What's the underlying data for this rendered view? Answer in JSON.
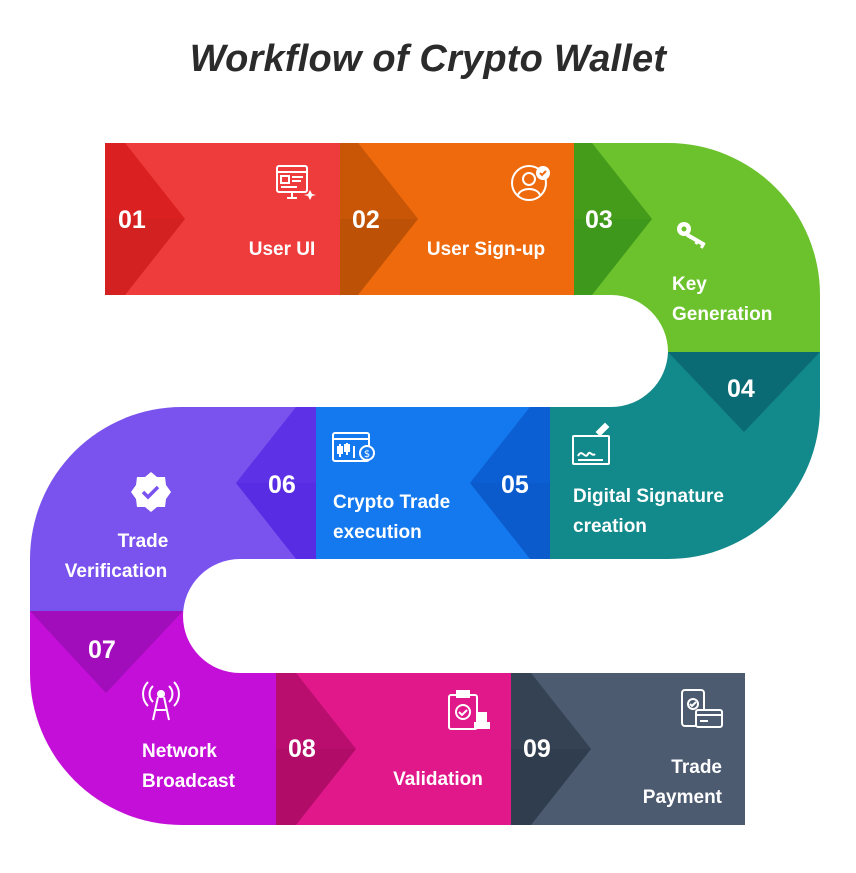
{
  "title": "Workflow of Crypto Wallet",
  "colors": {
    "step1": "#ee3b3b",
    "step2": "#ee6a0d",
    "step3": "#6cc22d",
    "step4": "#12898a",
    "step5": "#1479ee",
    "step6": "#7a53ee",
    "step7": "#c40fd8",
    "step8": "#e0188a",
    "step9": "#4c5b70"
  },
  "steps": [
    {
      "number": "01",
      "lines": [
        "User UI"
      ],
      "icon": "browser-window-icon"
    },
    {
      "number": "02",
      "lines": [
        "User Sign-up"
      ],
      "icon": "user-check-icon"
    },
    {
      "number": "03",
      "lines": [
        "Key",
        "Generation"
      ],
      "icon": "keys-icon"
    },
    {
      "number": "04",
      "lines": [
        "Digital Signature",
        "creation"
      ],
      "icon": "signature-icon"
    },
    {
      "number": "05",
      "lines": [
        "Crypto Trade",
        "execution"
      ],
      "icon": "trading-chart-icon"
    },
    {
      "number": "06",
      "lines": [
        "Trade",
        "Verification"
      ],
      "icon": "verified-badge-icon"
    },
    {
      "number": "07",
      "lines": [
        "Network",
        "Broadcast"
      ],
      "icon": "broadcast-antenna-icon"
    },
    {
      "number": "08",
      "lines": [
        "Validation"
      ],
      "icon": "clipboard-stamp-icon"
    },
    {
      "number": "09",
      "lines": [
        "Trade",
        "Payment"
      ],
      "icon": "phone-card-payment-icon"
    }
  ]
}
